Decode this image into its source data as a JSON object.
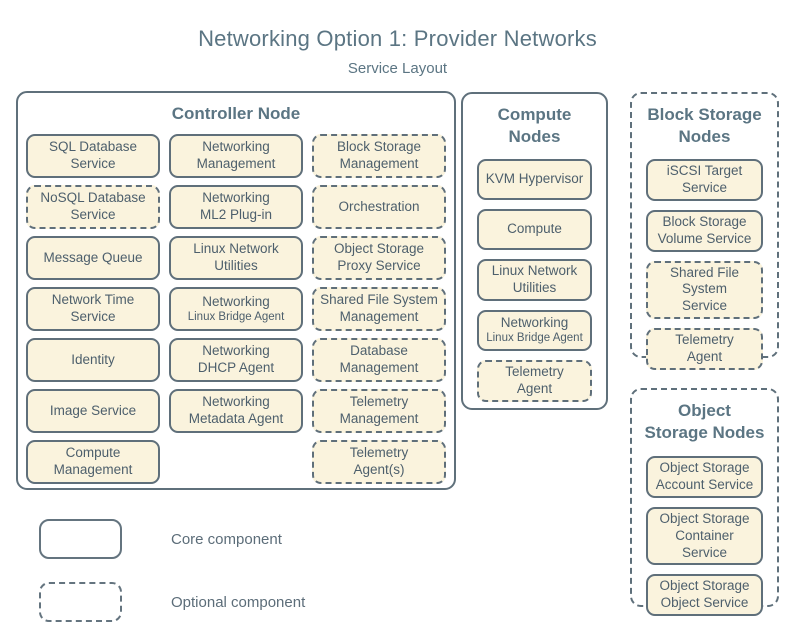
{
  "title": "Networking Option 1: Provider Networks",
  "subtitle": "Service Layout",
  "colors": {
    "background": "#ffffff",
    "box_fill": "#faf3dd",
    "border_slate": "#5f6f7a",
    "service_text": "#4d5f6c",
    "heading_text": "#5b7583",
    "legend_text": "#5c6d79"
  },
  "groups": [
    {
      "id": "controller-node",
      "label": "Controller Node",
      "border": "solid",
      "services": [
        {
          "label": "SQL Database\nService",
          "style": "core"
        },
        {
          "label": "Networking\nManagement",
          "style": "core"
        },
        {
          "label": "Block Storage\nManagement",
          "style": "optional"
        },
        {
          "label": "NoSQL Database\nService",
          "style": "optional"
        },
        {
          "label": "Networking\nML2 Plug-in",
          "style": "core"
        },
        {
          "label": "Orchestration",
          "style": "optional"
        },
        {
          "label": "Message Queue",
          "style": "core"
        },
        {
          "label": "Linux Network\nUtilities",
          "style": "core"
        },
        {
          "label": "Object Storage\nProxy Service",
          "style": "optional"
        },
        {
          "label": "Network Time\nService",
          "style": "core"
        },
        {
          "label": "Networking",
          "sub": "Linux Bridge Agent",
          "style": "core"
        },
        {
          "label": "Shared File System\nManagement",
          "style": "optional"
        },
        {
          "label": "Identity",
          "style": "core"
        },
        {
          "label": "Networking\nDHCP Agent",
          "style": "core"
        },
        {
          "label": "Database\nManagement",
          "style": "optional"
        },
        {
          "label": "Image Service",
          "style": "core"
        },
        {
          "label": "Networking\nMetadata Agent",
          "style": "core"
        },
        {
          "label": "Telemetry\nManagement",
          "style": "optional"
        },
        {
          "label": "Compute\nManagement",
          "style": "core"
        },
        {
          "label": "Telemetry\nAgent(s)",
          "style": "optional"
        }
      ]
    },
    {
      "id": "compute-nodes",
      "label": "Compute\nNodes",
      "border": "solid",
      "services": [
        {
          "label": "KVM Hypervisor",
          "style": "core"
        },
        {
          "label": "Compute",
          "style": "core"
        },
        {
          "label": "Linux Network\nUtilities",
          "style": "core"
        },
        {
          "label": "Networking",
          "sub": "Linux Bridge Agent",
          "style": "core"
        },
        {
          "label": "Telemetry\nAgent",
          "style": "optional"
        }
      ]
    },
    {
      "id": "block-storage-nodes",
      "label": "Block Storage\nNodes",
      "border": "dashed",
      "services": [
        {
          "label": "iSCSI Target\nService",
          "style": "core"
        },
        {
          "label": "Block Storage\nVolume Service",
          "style": "core"
        },
        {
          "label": "Shared File System\nService",
          "style": "optional"
        },
        {
          "label": "Telemetry\nAgent",
          "style": "optional"
        }
      ]
    },
    {
      "id": "object-storage-nodes",
      "label": "Object\nStorage Nodes",
      "border": "dashed",
      "services": [
        {
          "label": "Object Storage\nAccount Service",
          "style": "core"
        },
        {
          "label": "Object Storage\nContainer Service",
          "style": "core"
        },
        {
          "label": "Object Storage\nObject Service",
          "style": "core"
        }
      ]
    }
  ],
  "legend": [
    {
      "label": "Core component",
      "style": "core"
    },
    {
      "label": "Optional component",
      "style": "optional"
    }
  ]
}
